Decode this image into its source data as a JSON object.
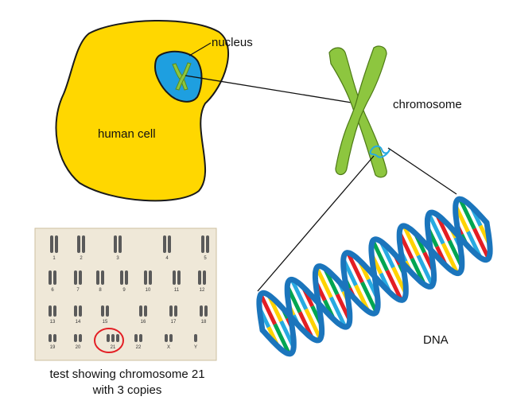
{
  "labels": {
    "nucleus": "nucleus",
    "human_cell": "human cell",
    "chromosome": "chromosome",
    "dna": "DNA"
  },
  "karyotype": {
    "numbers": [
      "1",
      "2",
      "3",
      "4",
      "5",
      "6",
      "7",
      "8",
      "9",
      "10",
      "11",
      "12",
      "13",
      "14",
      "15",
      "16",
      "17",
      "18",
      "19",
      "20",
      "21",
      "22",
      "X",
      "Y"
    ],
    "caption_line1": "test showing chromosome 21",
    "caption_line2": "with 3 copies",
    "highlight": "21"
  },
  "colors": {
    "cell": "#FFD700",
    "nucleus": "#1E9FE0",
    "chromosome": "#8DC63F",
    "dna_backbone": "#1B75BC",
    "base_colors": [
      "#E31E24",
      "#FFD200",
      "#00A651",
      "#27AAE1"
    ],
    "karyotype_bg": "#EFE8D8",
    "highlight_circle": "#E31E24"
  }
}
